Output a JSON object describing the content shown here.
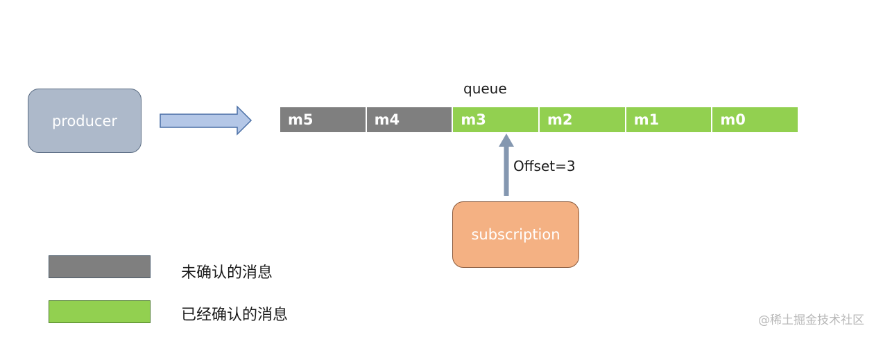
{
  "nodes": {
    "producer": "producer",
    "subscription": "subscription"
  },
  "queue": {
    "label": "queue",
    "cells": [
      {
        "text": "m5",
        "state": "unacked"
      },
      {
        "text": "m4",
        "state": "unacked"
      },
      {
        "text": "m3",
        "state": "acked"
      },
      {
        "text": "m2",
        "state": "acked"
      },
      {
        "text": "m1",
        "state": "acked"
      },
      {
        "text": "m0",
        "state": "acked"
      }
    ]
  },
  "pointer": {
    "label": "Offset=3"
  },
  "legend": [
    {
      "label": "未确认的消息",
      "state": "unacked"
    },
    {
      "label": "已经确认的消息",
      "state": "acked"
    }
  ],
  "colors": {
    "unacked": "#7f7f7f",
    "acked": "#92d050",
    "unacked_border": "#4a5a6a",
    "acked_border": "#4a7a2a",
    "flow_arrow": "#b4c7e7",
    "flow_arrow_border": "#4a6fa5",
    "pointer_arrow": "#8497b0"
  },
  "watermark": "@稀土掘金技术社区"
}
